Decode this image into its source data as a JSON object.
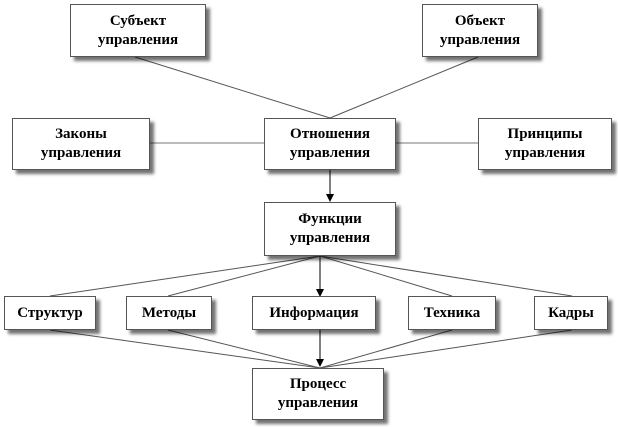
{
  "diagram": {
    "nodes": {
      "subject": {
        "line1": "Субъект",
        "line2": "управления"
      },
      "object": {
        "line1": "Объект",
        "line2": "управления"
      },
      "laws": {
        "line1": "Законы",
        "line2": "управления"
      },
      "relations": {
        "line1": "Отношения",
        "line2": "управления"
      },
      "principles": {
        "line1": "Принципы",
        "line2": "управления"
      },
      "functions": {
        "line1": "Функции",
        "line2": "управления"
      },
      "structure": {
        "line1": "Структур"
      },
      "methods": {
        "line1": "Методы"
      },
      "information": {
        "line1": "Информация"
      },
      "technique": {
        "line1": "Техника"
      },
      "personnel": {
        "line1": "Кадры"
      },
      "process": {
        "line1": "Процесс",
        "line2": "управления"
      }
    },
    "colors": {
      "line": "#555555",
      "arrow": "#000000",
      "box_border": "#555555",
      "text": "#000000"
    }
  }
}
